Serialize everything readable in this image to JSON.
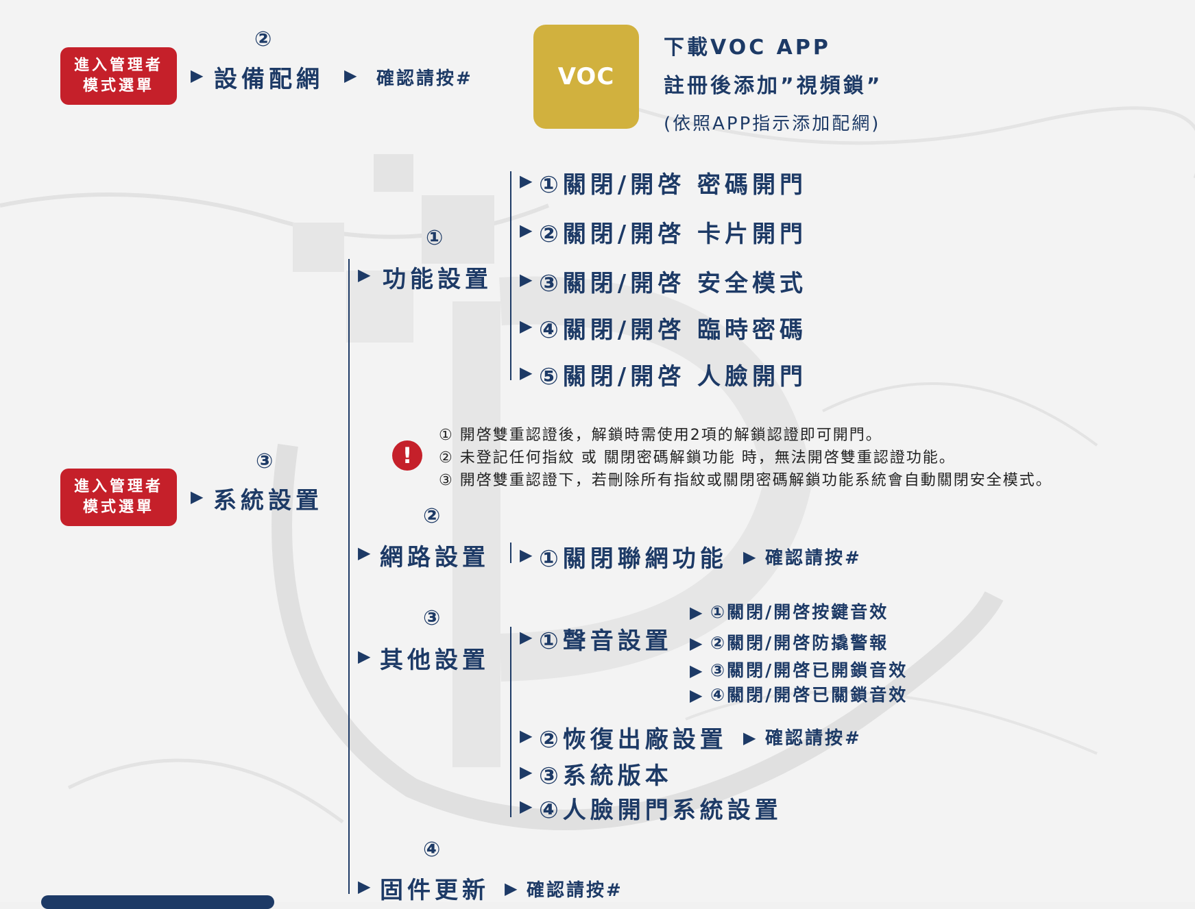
{
  "colors": {
    "navy": "#1d3a66",
    "red": "#c5202a",
    "gold": "#d1b13e"
  },
  "admin_menu_label_1": "進入管理者",
  "admin_menu_label_2": "模式選單",
  "section_network": {
    "num": "②",
    "title": "設備配網",
    "confirm": "確認請按#"
  },
  "voc_app": {
    "logo": "VOC",
    "line1": "下載VOC APP",
    "line2": "註冊後添加”視頻鎖”",
    "line3": "(依照APP指示添加配網)"
  },
  "section_system": {
    "num": "③",
    "title": "系統設置"
  },
  "function_settings": {
    "num": "①",
    "title": "功能設置",
    "items": [
      "①關閉/開啓 密碼開門",
      "②關閉/開啓 卡片開門",
      "③關閉/開啓 安全模式",
      "④關閉/開啓 臨時密碼",
      "⑤關閉/開啓 人臉開門"
    ]
  },
  "notes": [
    "① 開啓雙重認證後，解鎖時需使用2項的解鎖認證即可開門。",
    "② 未登記任何指紋 或 關閉密碼解鎖功能 時，無法開啓雙重認證功能。",
    "③ 開啓雙重認證下，若刪除所有指紋或關閉密碼解鎖功能系統會自動關閉安全模式。"
  ],
  "warning_icon": "!",
  "network_settings": {
    "num": "②",
    "title": "網路設置",
    "item": "①關閉聯網功能",
    "confirm": "確認請按#"
  },
  "other_settings": {
    "num": "③",
    "title": "其他設置",
    "sound": {
      "title": "①聲音設置",
      "items": [
        "①關閉/開啓按鍵音效",
        "②關閉/開啓防撬警報",
        "③關閉/開啓已開鎖音效",
        "④關閉/開啓已關鎖音效"
      ]
    },
    "factory_reset": "②恢復出廠設置",
    "factory_confirm": "確認請按#",
    "version": "③系統版本",
    "face": "④人臉開門系統設置"
  },
  "firmware": {
    "num": "④",
    "title": "固件更新",
    "confirm": "確認請按#"
  },
  "arrow": "▶"
}
